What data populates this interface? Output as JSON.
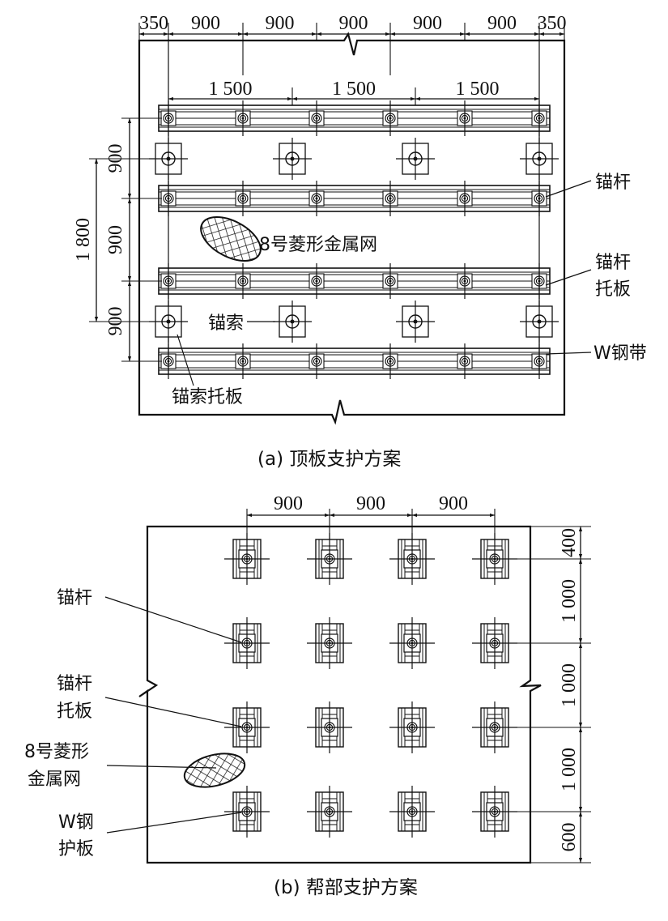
{
  "figure_a": {
    "caption": "(a) 顶板支护方案",
    "top_dims": [
      "350",
      "900",
      "900",
      "900",
      "900",
      "900",
      "350"
    ],
    "cable_dims": [
      "1 500",
      "1 500",
      "1 500"
    ],
    "left_dims": [
      "900",
      "900",
      "900"
    ],
    "left_total_dim": "1 800",
    "labels": {
      "mesh": "8号菱形金属网",
      "bolt": "锚杆",
      "bolt_plate_line1": "锚杆",
      "bolt_plate_line2": "托板",
      "cable": "锚索",
      "w_strap": "W钢带",
      "cable_plate": "锚索托板"
    },
    "bolt_columns": 6,
    "strap_rows": 4,
    "cable_columns": 4,
    "cable_rows": 2
  },
  "figure_b": {
    "caption": "(b) 帮部支护方案",
    "top_dims": [
      "900",
      "900",
      "900"
    ],
    "right_dims": [
      "400",
      "1 000",
      "1 000",
      "1 000",
      "600"
    ],
    "labels": {
      "bolt": "锚杆",
      "bolt_plate_line1": "锚杆",
      "bolt_plate_line2": "托板",
      "mesh_line1": "8号菱形",
      "mesh_line2": "金属网",
      "w_plate_line1": "W钢",
      "w_plate_line2": "护板"
    },
    "bolt_columns": 4,
    "bolt_rows": 4
  }
}
